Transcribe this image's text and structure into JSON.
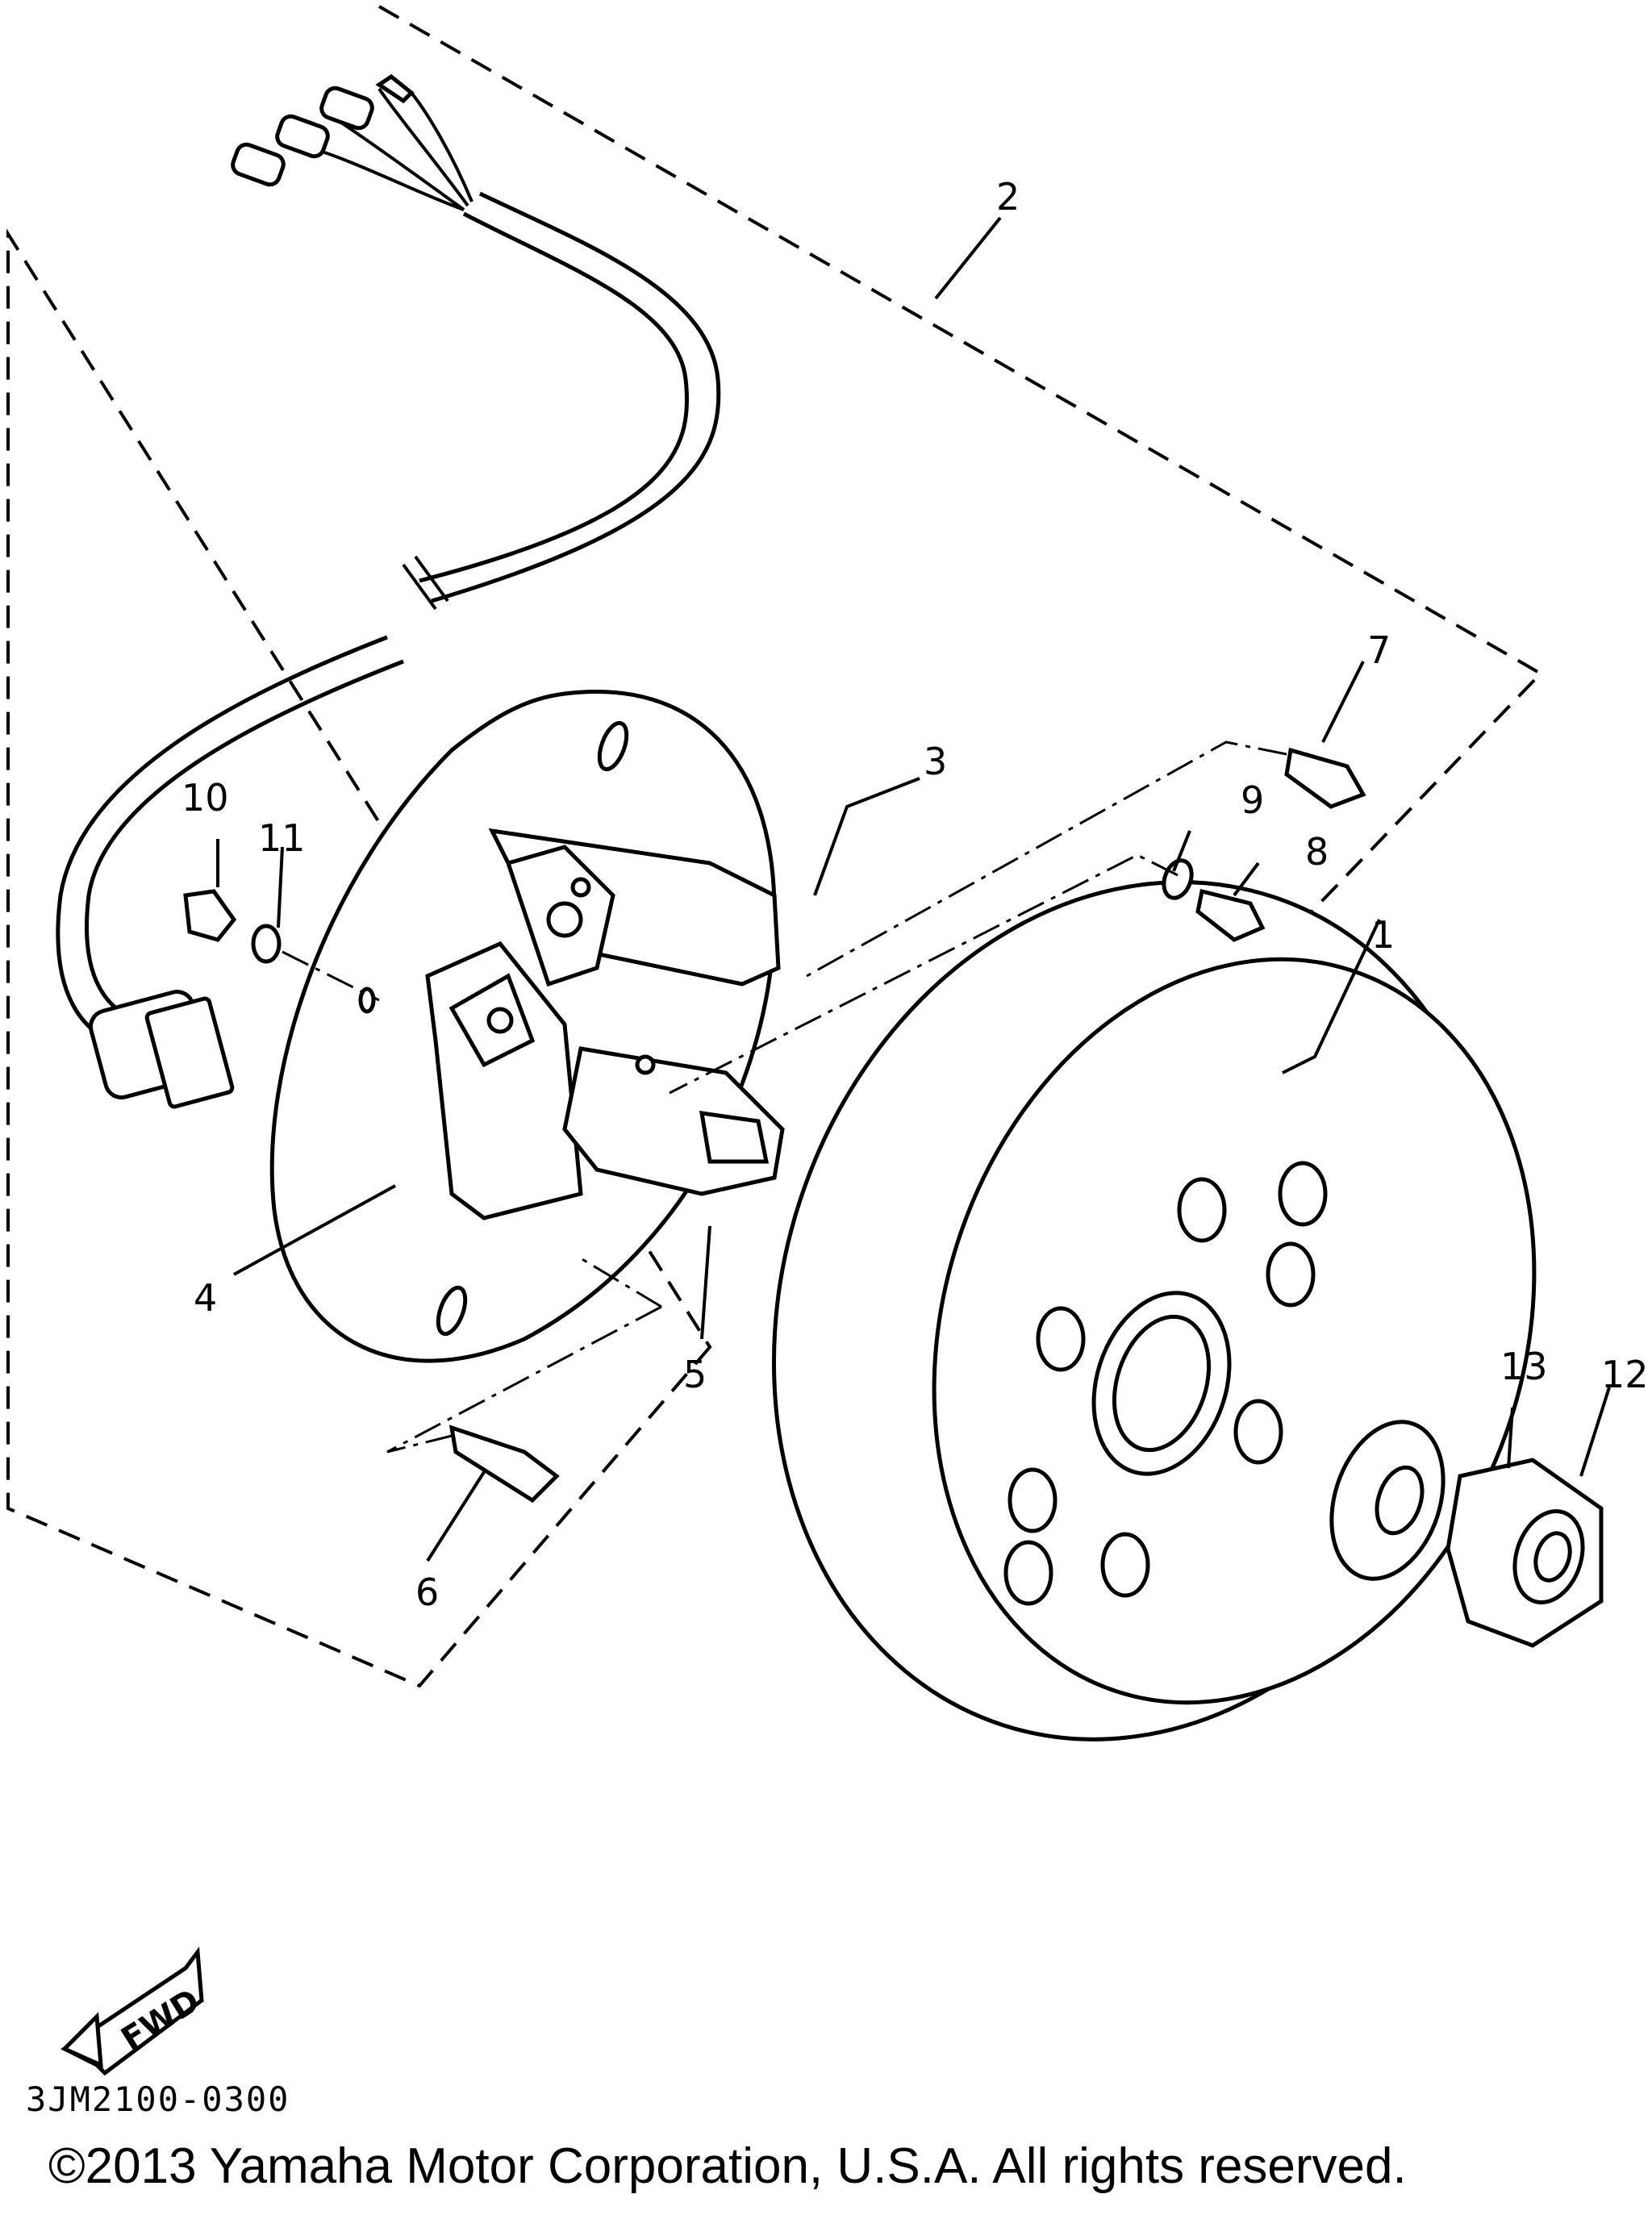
{
  "callouts": [
    {
      "id": "1",
      "label": "1"
    },
    {
      "id": "2",
      "label": "2"
    },
    {
      "id": "3",
      "label": "3"
    },
    {
      "id": "4",
      "label": "4"
    },
    {
      "id": "5",
      "label": "5"
    },
    {
      "id": "6",
      "label": "6"
    },
    {
      "id": "7",
      "label": "7"
    },
    {
      "id": "8",
      "label": "8"
    },
    {
      "id": "9",
      "label": "9"
    },
    {
      "id": "10",
      "label": "10"
    },
    {
      "id": "11",
      "label": "11"
    },
    {
      "id": "12",
      "label": "12"
    },
    {
      "id": "13",
      "label": "13"
    }
  ],
  "fwd_label": "FWD",
  "drawing_code": "3JM2100-0300",
  "copyright": "©2013 Yamaha Motor Corporation, U.S.A. All rights reserved."
}
